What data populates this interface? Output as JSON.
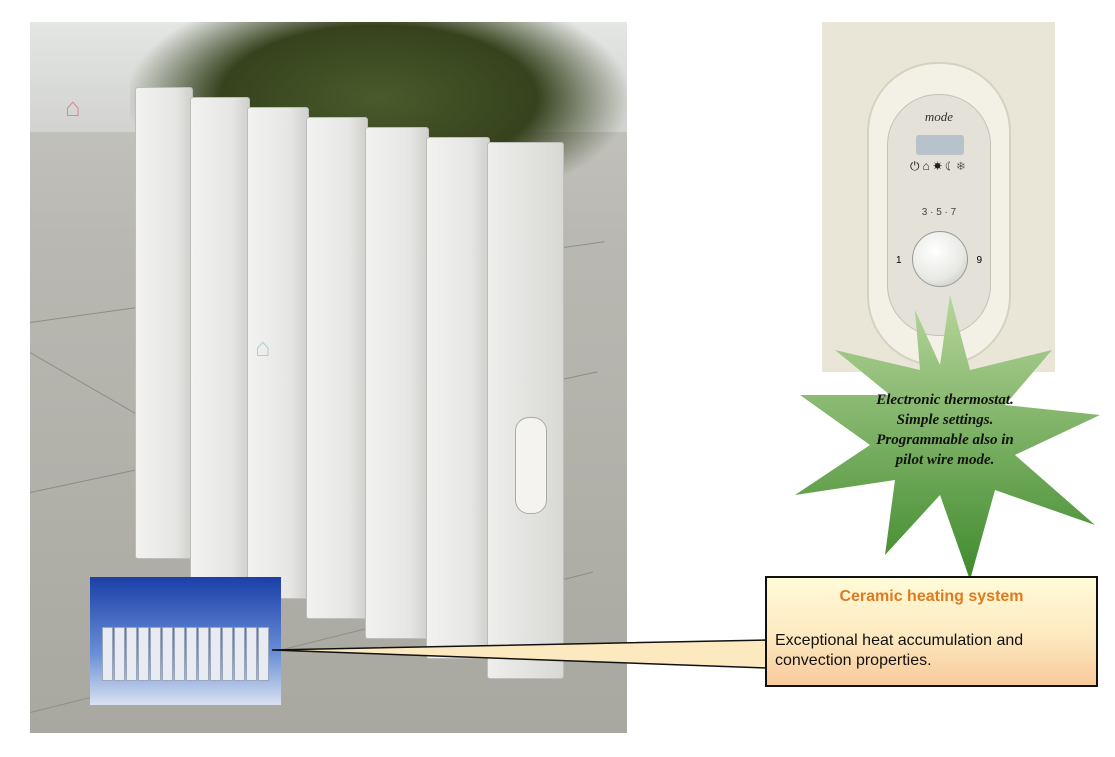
{
  "thermostat_photo": {
    "mode_label": "mode",
    "scale": "3 · 5 · 7",
    "scale_low": "1",
    "scale_high": "9"
  },
  "starburst": {
    "lines": [
      "Electronic thermostat.",
      "Simple settings.",
      "Programmable also in",
      "pilot wire mode."
    ]
  },
  "callout": {
    "title": "Ceramic heating system",
    "body": "Exceptional heat accumulation and convection properties."
  },
  "colors": {
    "callout_title": "#e07a1f",
    "star_green": "#5f9a40",
    "border": "#111111"
  }
}
